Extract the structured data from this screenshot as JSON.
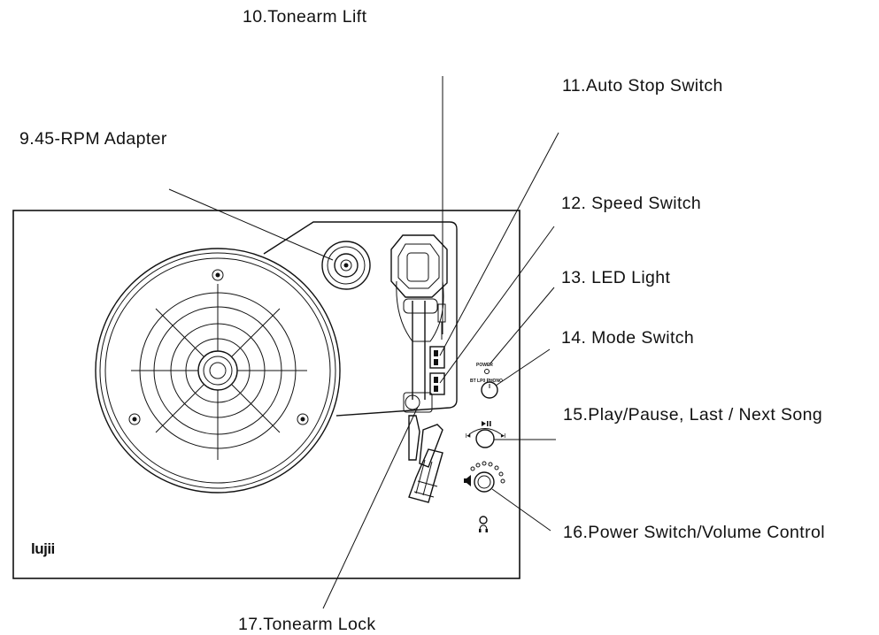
{
  "labels": {
    "tonearm_lift": "10.Tonearm Lift",
    "auto_stop_switch": "11.Auto Stop Switch",
    "rpm_adapter": "9.45-RPM Adapter",
    "speed_switch": "12. Speed Switch",
    "led_light": "13. LED Light",
    "mode_switch": "14. Mode Switch",
    "play_pause": "15.Play/Pause, Last / Next Song",
    "power_volume": "16.Power Switch/Volume Control",
    "tonearm_lock": "17.Tonearm Lock"
  },
  "panel_text": {
    "logo": "lujii",
    "power": "POWER",
    "mode": "BT  LP0  PHONO"
  },
  "icons": {
    "play_pause_symbol": "play-pause-icon",
    "prev_symbol": "previous-track-icon",
    "next_symbol": "next-track-icon",
    "headphone_symbol": "headphone-icon"
  }
}
